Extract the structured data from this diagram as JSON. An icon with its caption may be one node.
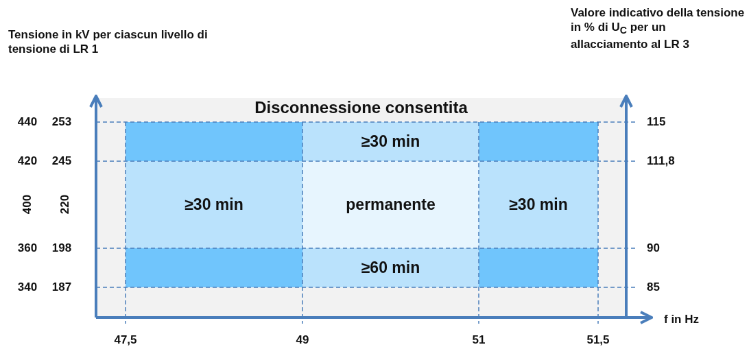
{
  "diagram": {
    "nodes": [
      {
        "text": [
          "Disconnessione consentita"
        ]
      },
      {
        "text": [],
        "shape": "box",
        "in": 0
      },
      {
        "text": [
          "≥30 min"
        ],
        "in": 0
      },
      {
        "text": [],
        "shape": "box",
        "in": 0
      },
      {
        "text": [
          "≥30 min"
        ],
        "in": 0
      },
      {
        "text": [
          "permanente"
        ],
        "in": 0
      },
      {
        "text": [
          "≥30 min"
        ],
        "in": 0
      },
      {
        "text": [],
        "shape": "box",
        "in": 0
      },
      {
        "text": [
          "≥60 min"
        ],
        "in": 0
      },
      {
        "text": [],
        "shape": "box",
        "in": 0
      }
    ],
    "edges": [],
    "labels": [
      "Tensione in kV per ciascun livello di tensione di LR 1",
      "Valore indicativo della tensione in % di U$_{C}$ per un allacciamento al LR 3",
      "440",
      "253",
      "115",
      "420",
      "245",
      "111,8",
      "400",
      "220",
      "360",
      "198",
      "90",
      "340",
      "187",
      "85",
      "f in Hz",
      "47,5",
      "49",
      "51",
      "51,5"
    ]
  }
}
